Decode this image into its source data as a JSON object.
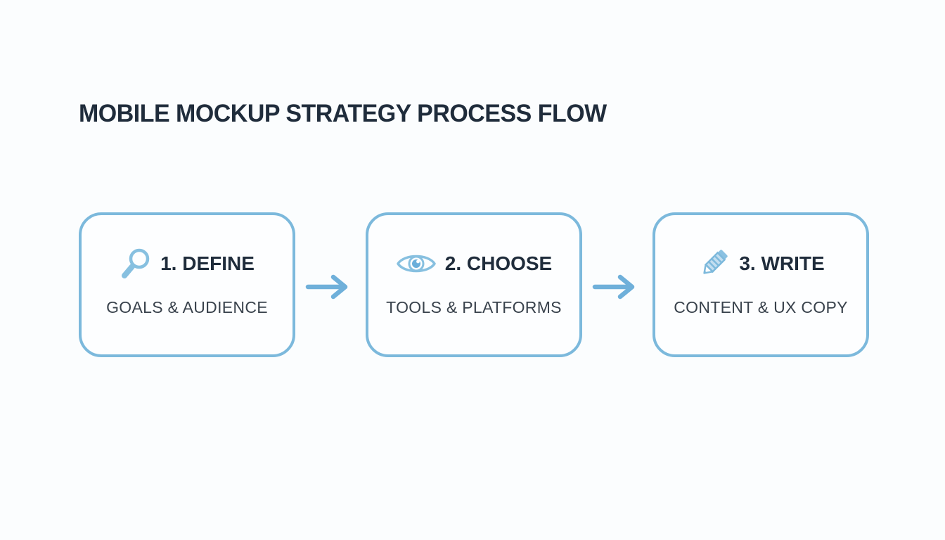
{
  "header": {
    "title": "MOBILE MOCKUP STRATEGY PROCESS FLOW"
  },
  "flow": {
    "steps": [
      {
        "icon": "magnifier-icon",
        "title": "1. DEFINE",
        "subtitle": "GOALS & AUDIENCE"
      },
      {
        "icon": "eye-icon",
        "title": "2. CHOOSE",
        "subtitle": "TOOLS & PLATFORMS"
      },
      {
        "icon": "pencil-icon",
        "title": "3. WRITE",
        "subtitle": "CONTENT & UX COPY"
      }
    ],
    "connector": "arrow-right"
  },
  "colors": {
    "background": "#fbfdfe",
    "card_background": "#fdfeff",
    "accent_border": "#7cb9dc",
    "icon_blue": "#87c0e0",
    "arrow_blue": "#6fb0da",
    "heading_text": "#1f2c3b",
    "subtitle_text": "#39424c"
  }
}
